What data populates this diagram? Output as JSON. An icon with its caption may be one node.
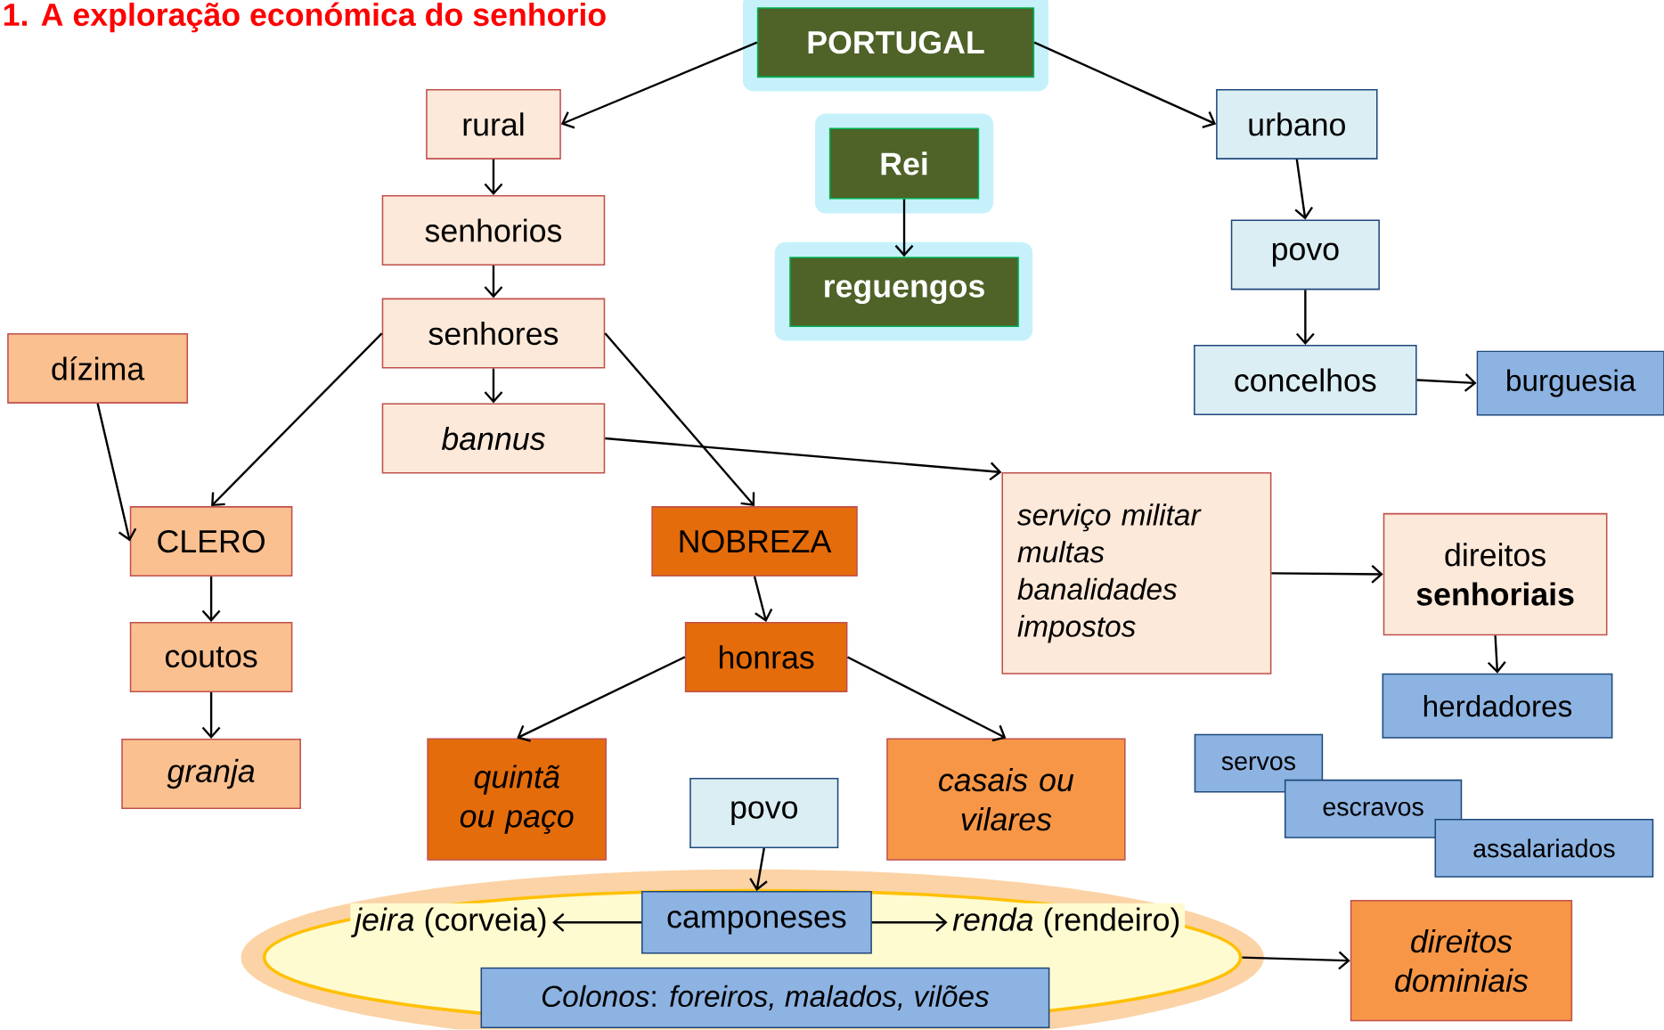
{
  "diagram": {
    "title": "1. A exploração económica do senhorio",
    "nodes": [
      {
        "text": [
          "PORTUGAL"
        ]
      },
      {
        "text": [
          "rural"
        ]
      },
      {
        "text": [
          "senhorios"
        ]
      },
      {
        "text": [
          "senhores"
        ]
      },
      {
        "text": [
          "bannus"
        ]
      },
      {
        "text": [
          "Rei"
        ]
      },
      {
        "text": [
          "reguengos"
        ]
      },
      {
        "text": [
          "urbano"
        ]
      },
      {
        "text": [
          "povo"
        ]
      },
      {
        "text": [
          "concelhos"
        ]
      },
      {
        "text": [
          "burguesia"
        ]
      },
      {
        "text": [
          "dízima"
        ]
      },
      {
        "text": [
          "CLERO"
        ]
      },
      {
        "text": [
          "coutos"
        ]
      },
      {
        "text": [
          "granja"
        ]
      },
      {
        "text": [
          "NOBREZA"
        ]
      },
      {
        "text": [
          "honras"
        ]
      },
      {
        "text": [
          "quintã ou paço"
        ]
      },
      {
        "text": [
          "casais ou vilares"
        ]
      },
      {
        "text": [
          "serviço militar",
          "multas",
          "banalidades",
          "impostos"
        ]
      },
      {
        "text": [
          "direitos **senhoriais**"
        ]
      },
      {
        "text": [
          "herdadores"
        ]
      },
      {
        "text": [
          "servos"
        ]
      },
      {
        "text": [
          "escravos"
        ]
      },
      {
        "text": [
          "assalariados"
        ]
      },
      {
        "text": [
          "povo"
        ]
      },
      {
        "text": [],
        "shape": "ellipse"
      },
      {
        "text": [
          "camponeses"
        ],
        "in": 26
      },
      {
        "text": [
          "*jeira* (corveia)"
        ],
        "in": 26
      },
      {
        "text": [
          "*renda* (rendeiro)"
        ],
        "in": 26
      },
      {
        "text": [
          "*Colonos*: *foreiros, malados, vilões*"
        ],
        "in": 26
      },
      {
        "text": [
          "direitos dominiais"
        ]
      }
    ],
    "edges": [
      {
        "from": 0,
        "to": 1,
        "arrow": "to"
      },
      {
        "from": 0,
        "to": 7,
        "arrow": "to"
      },
      {
        "from": 1,
        "to": 2,
        "arrow": "to"
      },
      {
        "from": 2,
        "to": 3,
        "arrow": "to"
      },
      {
        "from": 3,
        "to": 4,
        "arrow": "to"
      },
      {
        "from": 3,
        "to": 12,
        "arrow": "to"
      },
      {
        "from": 3,
        "to": 15,
        "arrow": "to"
      },
      {
        "from": 4,
        "to": 19,
        "arrow": "to"
      },
      {
        "from": 5,
        "to": 6,
        "arrow": "to"
      },
      {
        "from": 7,
        "to": 8,
        "arrow": "to"
      },
      {
        "from": 8,
        "to": 9,
        "arrow": "to"
      },
      {
        "from": 9,
        "to": 10,
        "arrow": "to"
      },
      {
        "from": 11,
        "to": 12,
        "arrow": "to"
      },
      {
        "from": 12,
        "to": 13,
        "arrow": "to"
      },
      {
        "from": 13,
        "to": 14,
        "arrow": "to"
      },
      {
        "from": 15,
        "to": 16,
        "arrow": "to"
      },
      {
        "from": 16,
        "to": 17,
        "arrow": "to"
      },
      {
        "from": 16,
        "to": 18,
        "arrow": "to"
      },
      {
        "from": 19,
        "to": 20,
        "arrow": "to"
      },
      {
        "from": 20,
        "to": 21,
        "arrow": "to"
      },
      {
        "from": 25,
        "to": 27,
        "arrow": "to"
      },
      {
        "from": 27,
        "to": 28,
        "arrow": "to"
      },
      {
        "from": 27,
        "to": 29,
        "arrow": "to"
      },
      {
        "from": 26,
        "to": 31,
        "arrow": "to"
      }
    ]
  }
}
